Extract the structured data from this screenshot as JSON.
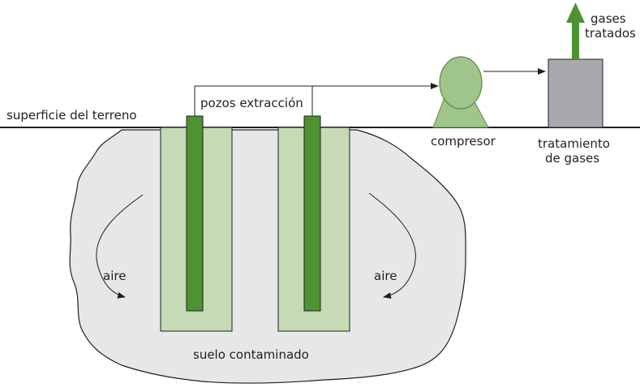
{
  "labels": {
    "ground_surface": "superficie del terreno",
    "extraction_wells": "pozos extracción",
    "compressor": "compresor",
    "treated_gases_line1": "gases",
    "treated_gases_line2": "tratados",
    "gas_treatment_line1": "tratamiento",
    "gas_treatment_line2": "de gases",
    "air_left": "aire",
    "air_right": "aire",
    "contaminated_soil": "suelo contaminado"
  },
  "colors": {
    "soil_fill": "#e6e7e8",
    "well_casing": "#c5dab5",
    "well_pipe": "#4f9231",
    "compressor_fill": "#9fc58a",
    "compressor_outline": "#5b8a45",
    "treatment_box": "#a7a9ac",
    "output_arrow": "#4f9231",
    "lines": "#231f20"
  },
  "icons": {
    "compressor": "compressor-icon",
    "treatment_unit": "gas-treatment-unit-icon",
    "output_arrow": "arrow-up-icon",
    "air_flow": "curved-arrow-icon"
  }
}
